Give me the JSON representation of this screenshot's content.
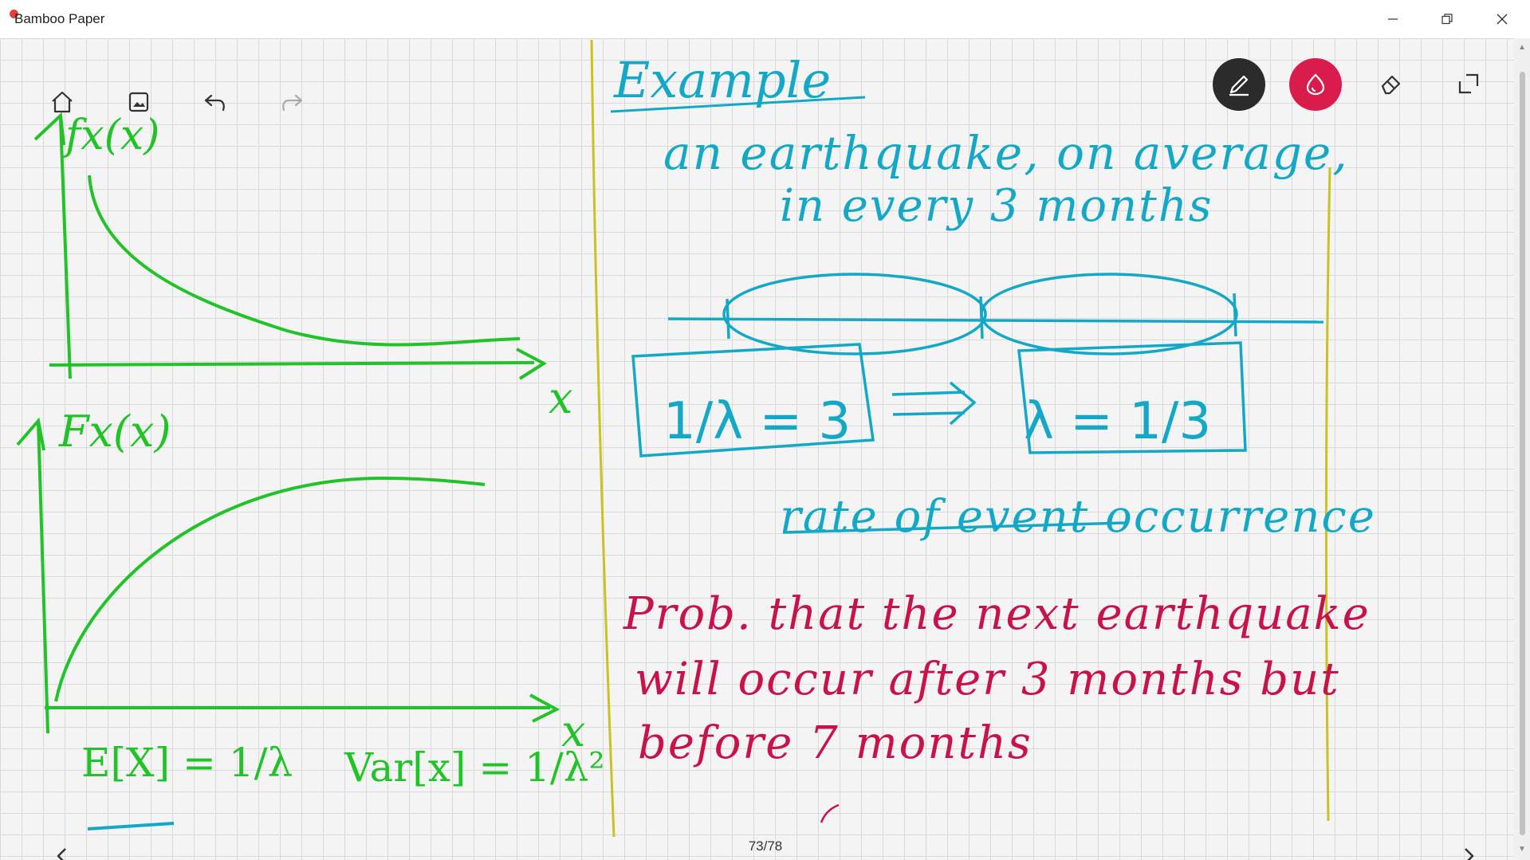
{
  "window": {
    "title": "Bamboo Paper"
  },
  "toolbar": {
    "home_icon": "home-icon",
    "image_icon": "image-icon",
    "undo_icon": "undo-arrow-icon",
    "redo_icon": "redo-arrow-icon",
    "pen_icon": "pen-icon",
    "ink_color_icon": "ink-drop-icon",
    "eraser_icon": "eraser-icon",
    "fullscreen_icon": "expand-icon"
  },
  "colors": {
    "pen_button_bg": "#2b2b2b",
    "ink_button_bg": "#d91c4b",
    "ink_green": "#22c328",
    "ink_cyan": "#14a8c7",
    "ink_crimson": "#c8134a",
    "divider_yellow": "#c9c21f"
  },
  "footer": {
    "page_counter": "73/78"
  },
  "notes": {
    "left_top_label": "fx(x)",
    "left_top_axis": "x",
    "left_bottom_label": "Fx(x)",
    "left_bottom_axis": "x",
    "formula_expectation": "E[X] = 1/λ",
    "formula_variance": "Var[x] = 1/λ²",
    "example_heading": "Example",
    "example_line1": "an earthquake, on average,",
    "example_line2": "in every 3 months",
    "box_left": "1/λ = 3",
    "implies": "=>",
    "box_right": "λ = 1/3",
    "rate_label": "rate of event occurrence",
    "prob_line1": "Prob. that the next earthquake",
    "prob_line2": "will occur after 3 months but",
    "prob_line3": "before 7 months"
  }
}
